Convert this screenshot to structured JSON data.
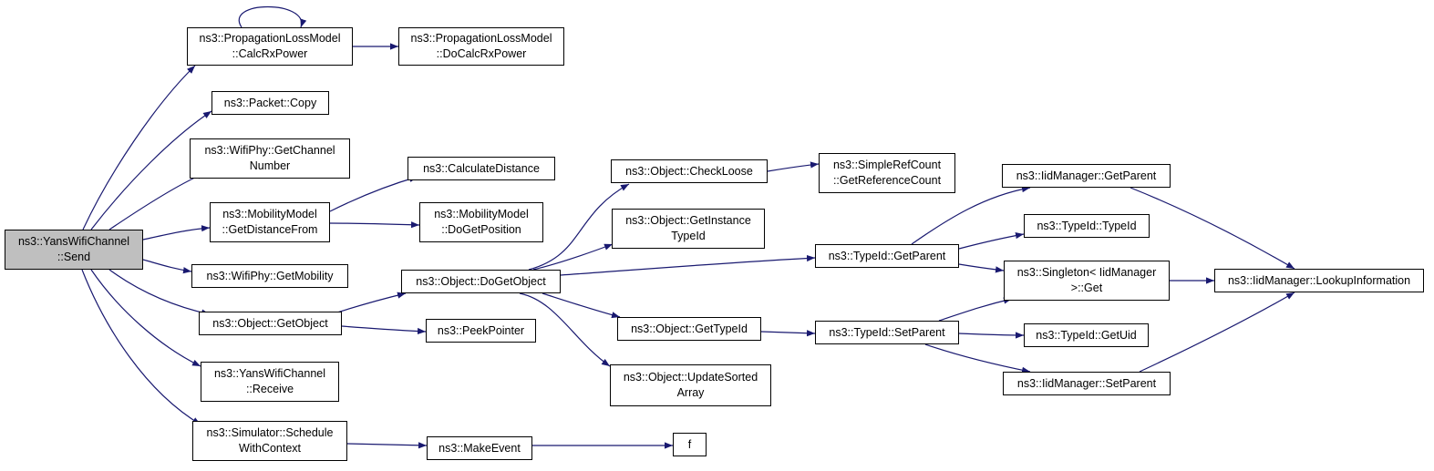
{
  "colors": {
    "edge": "#191970",
    "root_fill": "#bfbfbf",
    "node_fill": "#ffffff",
    "border": "#000000"
  },
  "nodes": [
    {
      "id": "send",
      "label": "ns3::YansWifiChannel\n::Send",
      "root": true
    },
    {
      "id": "calcrx",
      "label": "ns3::PropagationLossModel\n::CalcRxPower"
    },
    {
      "id": "docalcrx",
      "label": "ns3::PropagationLossModel\n::DoCalcRxPower"
    },
    {
      "id": "pcopy",
      "label": "ns3::Packet::Copy"
    },
    {
      "id": "getchan",
      "label": "ns3::WifiPhy::GetChannel\nNumber"
    },
    {
      "id": "getdist",
      "label": "ns3::MobilityModel\n::GetDistanceFrom"
    },
    {
      "id": "calcdist",
      "label": "ns3::CalculateDistance"
    },
    {
      "id": "dogetpos",
      "label": "ns3::MobilityModel\n::DoGetPosition"
    },
    {
      "id": "getmob",
      "label": "ns3::WifiPhy::GetMobility"
    },
    {
      "id": "getobj",
      "label": "ns3::Object::GetObject"
    },
    {
      "id": "dogetobj",
      "label": "ns3::Object::DoGetObject"
    },
    {
      "id": "peek",
      "label": "ns3::PeekPointer"
    },
    {
      "id": "receive",
      "label": "ns3::YansWifiChannel\n::Receive"
    },
    {
      "id": "sched",
      "label": "ns3::Simulator::Schedule\nWithContext"
    },
    {
      "id": "makeev",
      "label": "ns3::MakeEvent"
    },
    {
      "id": "f",
      "label": "f"
    },
    {
      "id": "checkloose",
      "label": "ns3::Object::CheckLoose"
    },
    {
      "id": "getinst",
      "label": "ns3::Object::GetInstance\nTypeId"
    },
    {
      "id": "gettypeid",
      "label": "ns3::Object::GetTypeId"
    },
    {
      "id": "updsorted",
      "label": "ns3::Object::UpdateSorted\nArray"
    },
    {
      "id": "simplerc",
      "label": "ns3::SimpleRefCount\n::GetReferenceCount"
    },
    {
      "id": "tgetparent",
      "label": "ns3::TypeId::GetParent"
    },
    {
      "id": "tsetparent",
      "label": "ns3::TypeId::SetParent"
    },
    {
      "id": "iidgetparent",
      "label": "ns3::IidManager::GetParent"
    },
    {
      "id": "typeidtypeid",
      "label": "ns3::TypeId::TypeId"
    },
    {
      "id": "singleton",
      "label": "ns3::Singleton< IidManager\n>::Get"
    },
    {
      "id": "getuid",
      "label": "ns3::TypeId::GetUid"
    },
    {
      "id": "iidsetparent",
      "label": "ns3::IidManager::SetParent"
    },
    {
      "id": "lookup",
      "label": "ns3::IidManager::LookupInformation"
    }
  ]
}
